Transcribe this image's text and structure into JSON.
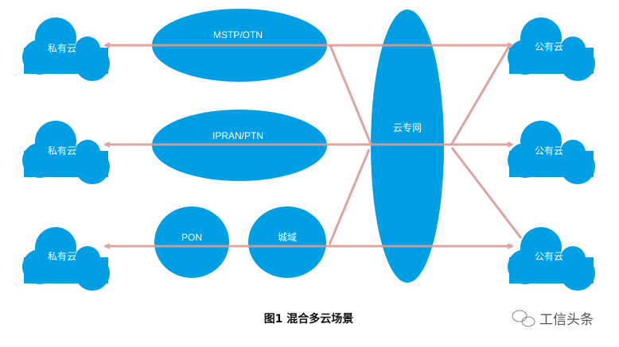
{
  "colors": {
    "node": "#009fe3",
    "link": "#d99a96",
    "text": "#ffffff"
  },
  "private_clouds": [
    "私有云",
    "私有云",
    "私有云"
  ],
  "public_clouds": [
    "公有云",
    "公有云",
    "公有云"
  ],
  "networks": {
    "mstp": "MSTP/OTN",
    "ipran": "IPRAN/PTN",
    "pon": "PON",
    "metro": "城域",
    "cloud_private_net": "云专网"
  },
  "caption": "图1 混合多云场景",
  "watermark": {
    "text": "工信头条",
    "icon": "wechat-icon"
  }
}
